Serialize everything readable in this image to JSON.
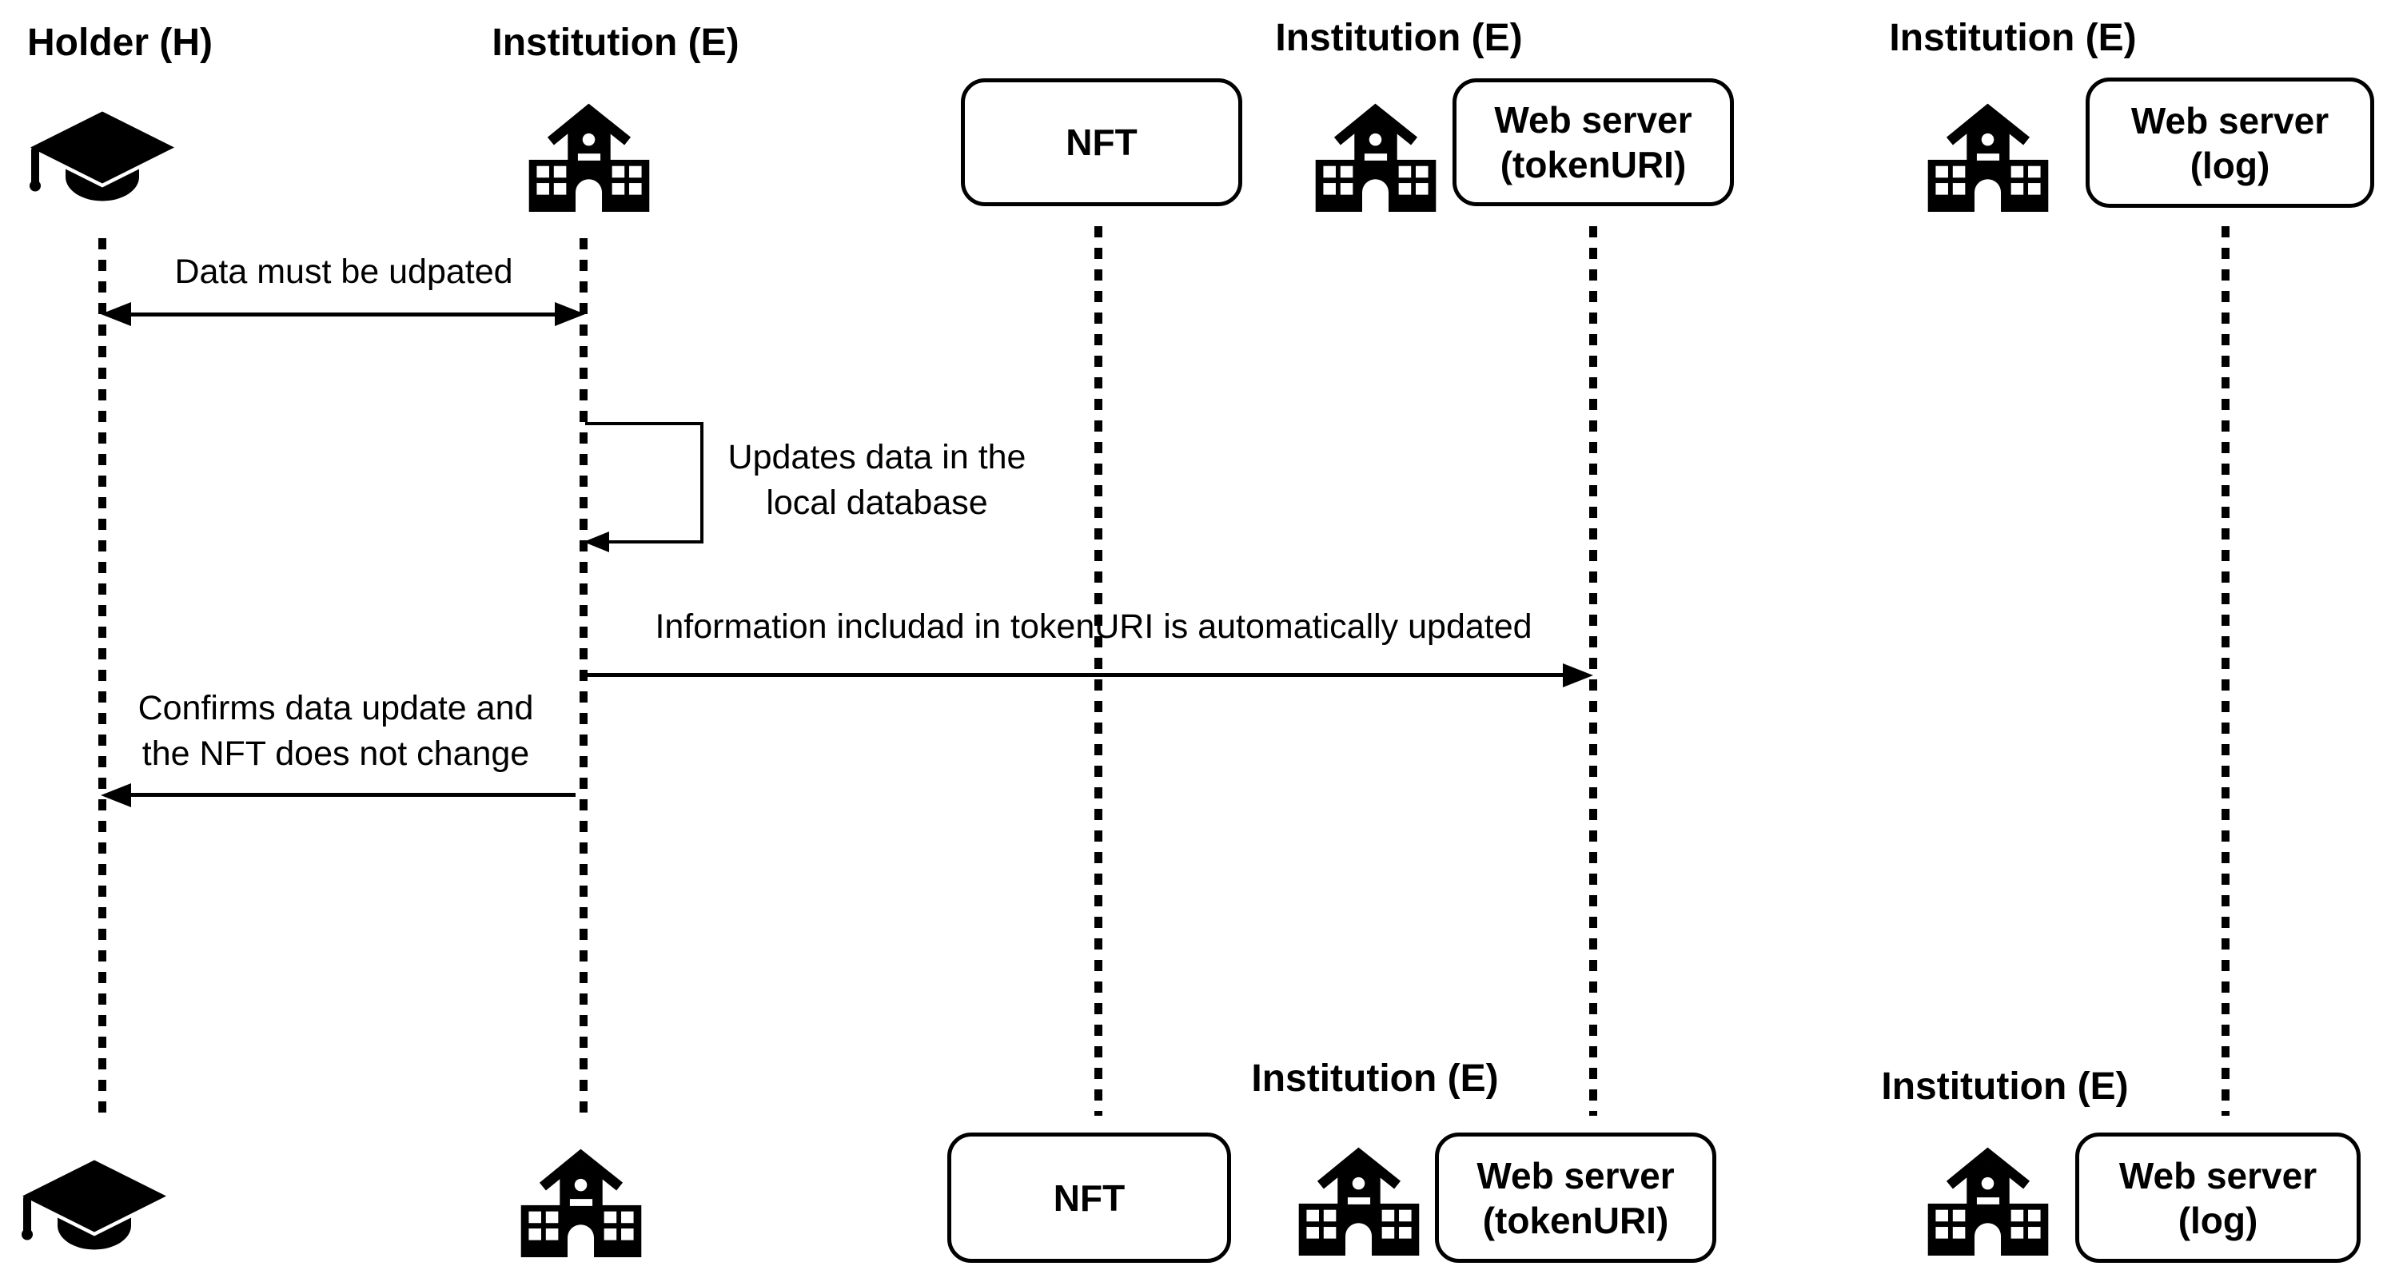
{
  "actors": {
    "holder": {
      "label": "Holder (H)"
    },
    "institution": {
      "label": "Institution (E)"
    },
    "nft": {
      "label": "NFT"
    },
    "tokenuri": {
      "group_label": "Institution (E)",
      "box_line1": "Web server",
      "box_line2": "(tokenURI)"
    },
    "log": {
      "group_label": "Institution (E)",
      "box_line1": "Web server",
      "box_line2": "(log)"
    }
  },
  "messages": {
    "m1": {
      "text": "Data must be udpated"
    },
    "m2": {
      "line1": "Updates data in the",
      "line2": "local database"
    },
    "m3": {
      "text": "Information includad in tokenURI is automatically updated"
    },
    "m4": {
      "line1": "Confirms data update and",
      "line2": "the NFT does not change"
    }
  },
  "colors": {
    "ink": "#000000",
    "background": "#ffffff"
  }
}
